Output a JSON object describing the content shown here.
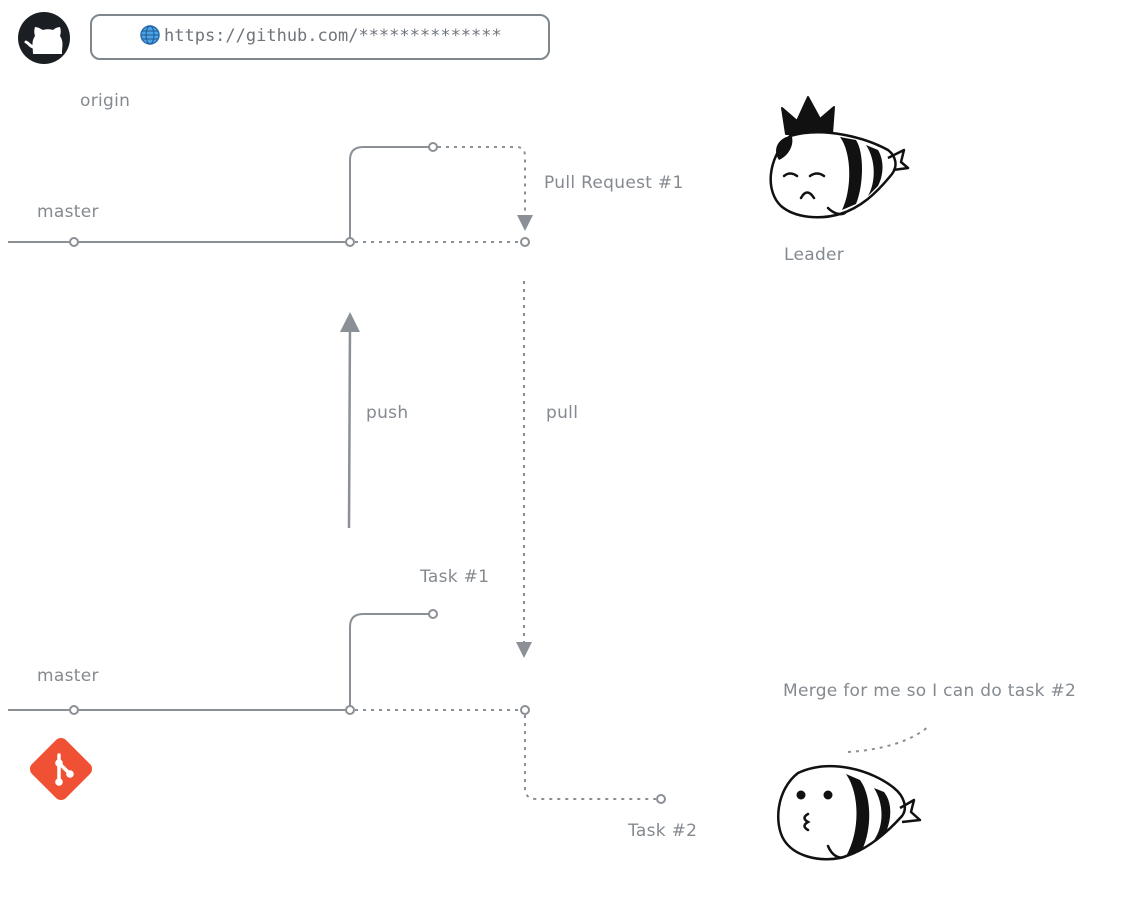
{
  "diagram": {
    "url_bar": {
      "text": "https://github.com/**************"
    },
    "remote": {
      "label": "origin",
      "branch_label": "master"
    },
    "local": {
      "branch_label": "master"
    },
    "labels": {
      "pull_request": "Pull Request #1",
      "push": "push",
      "pull": "pull",
      "task1": "Task #1",
      "task2": "Task #2",
      "leader": "Leader",
      "speech": "Merge for me so I can do task #2"
    },
    "icons": {
      "github": "github-logo-icon",
      "globe": "globe-icon",
      "git": "git-logo-icon",
      "leader_character": "crowned-bee-character",
      "developer_character": "bee-character"
    },
    "colors": {
      "line": "#8a9096",
      "text": "#848a90",
      "git_orange": "#f05033",
      "github_black": "#1b1f23",
      "globe_blue": "#3b8fd9"
    }
  }
}
